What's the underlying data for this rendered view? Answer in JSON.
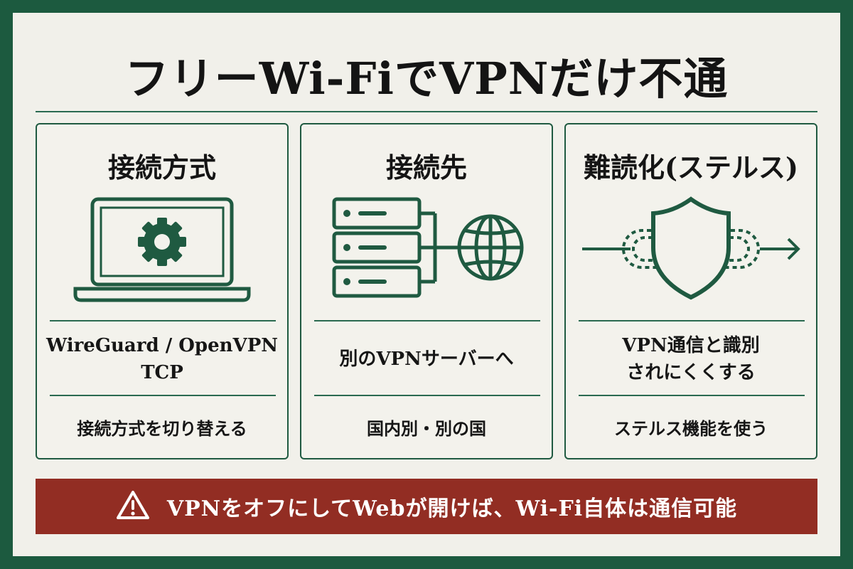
{
  "title": "フリーWi-FiでVPNだけ不通",
  "cards": [
    {
      "title": "接続方式",
      "icon": "laptop-gear-icon",
      "main": "WireGuard / OpenVPN TCP",
      "sub": "接続方式を切り替える"
    },
    {
      "title": "接続先",
      "icon": "server-globe-icon",
      "main": "別のVPNサーバーへ",
      "sub": "国内別・別の国"
    },
    {
      "title": "難読化(ステルス)",
      "icon": "shield-stealth-icon",
      "main_line1": "VPN通信と識別",
      "main_line2": "されにくくする",
      "sub": "ステルス機能を使う"
    }
  ],
  "banner": {
    "icon": "warning-icon",
    "text": "VPNをオフにしてWebが開けば、Wi-Fi自体は通信可能"
  },
  "colors": {
    "frame": "#1c5a3f",
    "accent": "#1f5a41",
    "banner": "#922d23",
    "background": "#f1f0ea"
  }
}
